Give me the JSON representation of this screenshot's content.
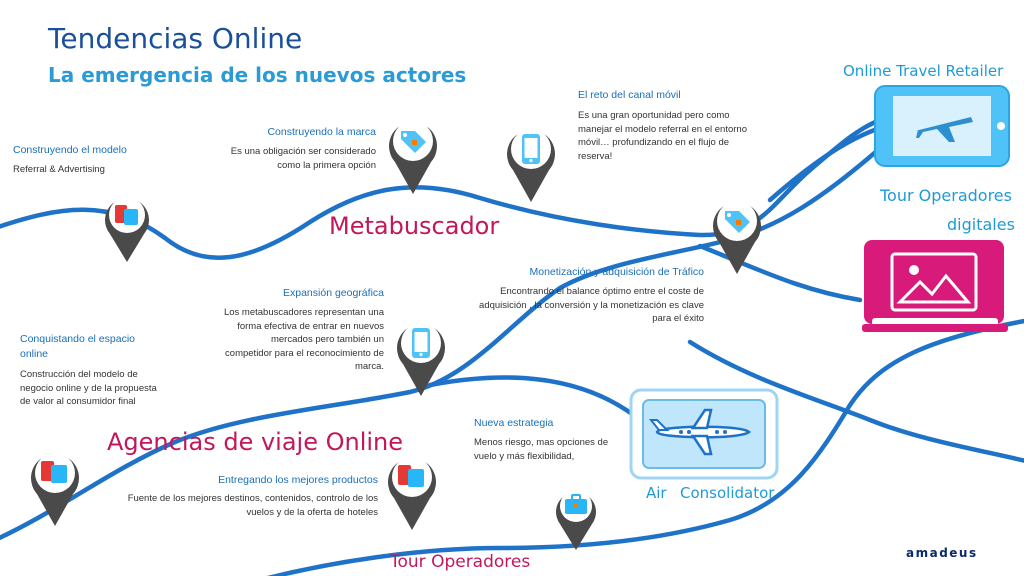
{
  "title": "Tendencias Online",
  "subtitle": "La emergencia de los nuevos actores",
  "roads": {
    "metabuscador": "Metabuscador",
    "agencias": "Agencias de viaje Online",
    "tour_operadores": "Tour Operadores"
  },
  "destinations": {
    "online_travel_retailer": "Online Travel Retailer",
    "tour_operadores_digitales_1": "Tour Operadores",
    "tour_operadores_digitales_2": "digitales",
    "air_consolidator_1": "Air",
    "air_consolidator_2": "Consolidator"
  },
  "notes": {
    "construyendo_modelo": {
      "heading": "Construyendo el modelo",
      "body": "Referral & Advertising"
    },
    "construyendo_marca": {
      "heading": "Construyendo la marca",
      "body": [
        "Es una obligación ser considerado",
        "como la primera opción"
      ]
    },
    "reto_canal": {
      "heading": "El reto del canal móvil",
      "body": [
        "Es una gran oportunidad pero como",
        "manejar el modelo referral en el entorno",
        "móvil… profundizando en el flujo de",
        "reserva!"
      ]
    },
    "monetizacion": {
      "heading": "Monetización y adquisición de Tráfico",
      "body": [
        "Encontrando el balance óptimo entre el coste de",
        "adquisición , la conversión y la monetización es clave",
        "para el éxito"
      ]
    },
    "expansion": {
      "heading": "Expansión geográfica",
      "body": [
        "Los metabuscadores representan una",
        "forma efectiva de entrar en nuevos",
        "mercados pero también  un",
        "competidor para el reconocimiento de",
        "marca."
      ]
    },
    "conquistando": {
      "heading": [
        "Conquistando el espacio",
        "online"
      ],
      "body": [
        "Construcción del modelo de",
        "negocio online y de la propuesta",
        "de valor al consumidor final"
      ]
    },
    "nueva_estrategia": {
      "heading": "Nueva estrategia",
      "body": [
        "Menos riesgo, mas opciones de",
        "vuelo y más flexibilidad,"
      ]
    },
    "mejores_productos": {
      "heading": "Entregando los mejores productos",
      "body": [
        "Fuente de los mejores destinos, contenidos, controlo de los",
        "vuelos y de la oferta de hoteles"
      ]
    }
  },
  "brand": "amadeus",
  "icons": {
    "pin_construyendo_modelo": "luggage-icon",
    "pin_construyendo_marca": "tag-icon",
    "pin_reto_canal": "mobile-icon",
    "pin_monetizacion": "tag-icon",
    "pin_expansion": "mobile-icon",
    "pin_agencias": "luggage-icon",
    "pin_mejores_productos": "luggage-icon",
    "pin_tour": "suitcase-icon",
    "online_travel_retailer": "tablet-plane-icon",
    "tour_operadores_digitales": "laptop-photo-icon",
    "air_consolidator": "airplane-icon"
  },
  "colors": {
    "road": "#1e73c8",
    "title": "#1a4f9c",
    "accent": "#2a9bd6",
    "magenta": "#c2185b",
    "pin": "#4a4a4a",
    "laptop": "#d81b7a",
    "tablet": "#4fc3f7"
  }
}
